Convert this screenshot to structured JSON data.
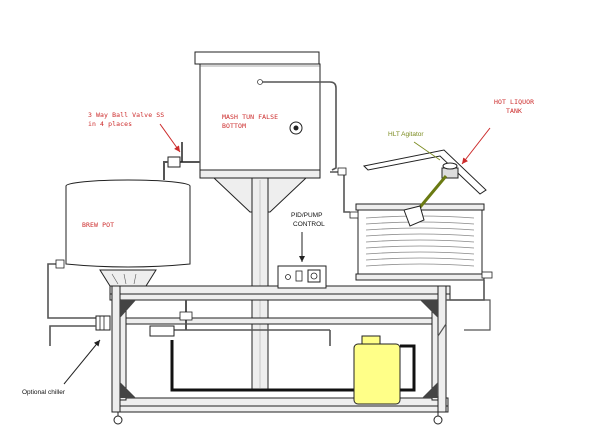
{
  "labels": {
    "ball_valve_line1": "3 Way Ball Valve SS",
    "ball_valve_line2": "in 4 places",
    "mash_tun_line1": "MASH TUN FALSE",
    "mash_tun_line2": "BOTTOM",
    "hlt_agitator": "HLT Agitator",
    "hot_liquor_line1": "HOT LIQUOR",
    "hot_liquor_line2": "TANK",
    "brew_pot": "BREW POT",
    "pid_line1": "PID/PUMP",
    "pid_line2": "CONTROL",
    "optional_chiller": "Optional chiller"
  },
  "colors": {
    "red_label": "#cc2a2a",
    "agitator_label": "#7a8a1e",
    "line": "#222222",
    "frame_fill": "#eeeeee",
    "pump_yellow": "#ffff88",
    "corner_gusset": "#444444"
  }
}
